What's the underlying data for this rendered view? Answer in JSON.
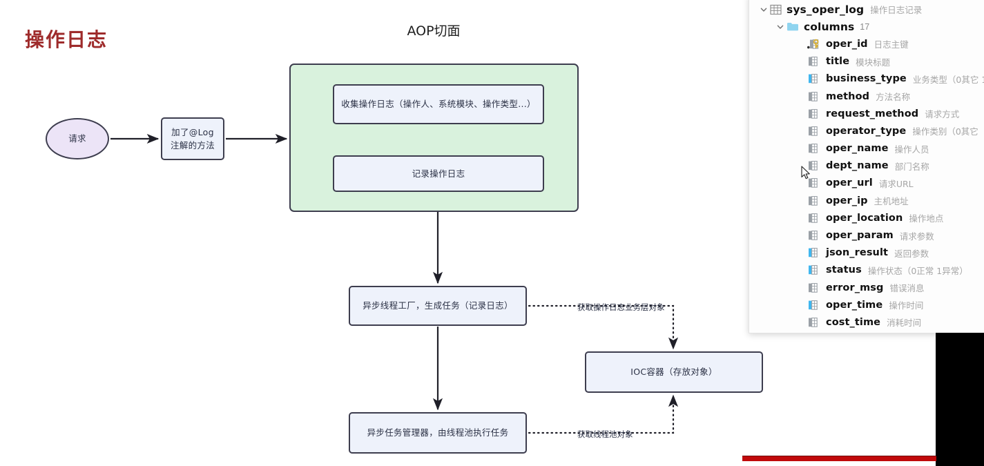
{
  "diagram": {
    "doc_title": "操作日志",
    "aop_title": "AOP切面",
    "nodes": {
      "request": "请求",
      "log_method": "加了@Log\n注解的方法",
      "collect": "收集操作日志（操作人、系统模块、操作类型...）",
      "record": "记录操作日志",
      "factory": "异步线程工厂，生成任务（记录日志）",
      "ioc": "IOC容器（存放对象）",
      "manager": "异步任务管理器，由线程池执行任务"
    },
    "edge_labels": {
      "biz_object": "获取操作日志业务层对象",
      "pool_object": "获取线程池对象"
    }
  },
  "db_panel": {
    "table": {
      "name": "sys_oper_log",
      "comment": "操作日志记录",
      "icon": "table-icon",
      "twisty": "chevron-down-icon"
    },
    "columns_folder": {
      "label": "columns",
      "count": "17",
      "icon": "folder-icon",
      "twisty": "chevron-down-icon"
    },
    "columns": [
      {
        "name": "oper_id",
        "comment": "日志主键",
        "icon": "primary-key-column-icon",
        "kind": "pk"
      },
      {
        "name": "title",
        "comment": "模块标题",
        "icon": "column-icon",
        "kind": "text"
      },
      {
        "name": "business_type",
        "comment": "业务类型（0其它 1",
        "icon": "column-icon",
        "kind": "num"
      },
      {
        "name": "method",
        "comment": "方法名称",
        "icon": "column-icon",
        "kind": "text"
      },
      {
        "name": "request_method",
        "comment": "请求方式",
        "icon": "column-icon",
        "kind": "text"
      },
      {
        "name": "operator_type",
        "comment": "操作类别（0其它",
        "icon": "column-icon",
        "kind": "text"
      },
      {
        "name": "oper_name",
        "comment": "操作人员",
        "icon": "column-icon",
        "kind": "text"
      },
      {
        "name": "dept_name",
        "comment": "部门名称",
        "icon": "column-icon",
        "kind": "text"
      },
      {
        "name": "oper_url",
        "comment": "请求URL",
        "icon": "column-icon",
        "kind": "text"
      },
      {
        "name": "oper_ip",
        "comment": "主机地址",
        "icon": "column-icon",
        "kind": "text"
      },
      {
        "name": "oper_location",
        "comment": "操作地点",
        "icon": "column-icon",
        "kind": "text"
      },
      {
        "name": "oper_param",
        "comment": "请求参数",
        "icon": "column-icon",
        "kind": "text"
      },
      {
        "name": "json_result",
        "comment": "返回参数",
        "icon": "column-icon",
        "kind": "num"
      },
      {
        "name": "status",
        "comment": "操作状态（0正常 1异常）",
        "icon": "column-icon",
        "kind": "num"
      },
      {
        "name": "error_msg",
        "comment": "错误消息",
        "icon": "column-icon",
        "kind": "text"
      },
      {
        "name": "oper_time",
        "comment": "操作时间",
        "icon": "column-icon",
        "kind": "num"
      },
      {
        "name": "cost_time",
        "comment": "消耗时间",
        "icon": "column-icon",
        "kind": "text"
      }
    ]
  },
  "colors": {
    "doc_title": "#9e2b2b",
    "aop_container": "#d9f2dd",
    "node_fill": "#eef2fb",
    "ellipse_fill": "#ece4f7",
    "stroke": "#3d3d4e",
    "progress_bar": "#c1090a",
    "column_numeric_marker": "#3fb6ef",
    "column_text_marker": "#9aa0a6"
  }
}
